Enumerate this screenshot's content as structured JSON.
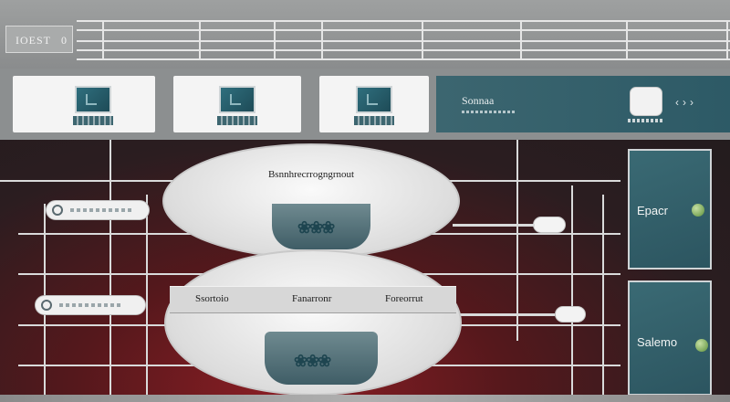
{
  "header": {
    "title": "IOEST",
    "number": "0"
  },
  "toolbar": {
    "panel_label": "Sonnaa",
    "chevrons": "‹››"
  },
  "center": {
    "top_title": "Bsnnhrecrrogngrnout",
    "mid_labels": [
      "Ssortoio",
      "Fanarronr",
      "Foreorrut"
    ]
  },
  "side_cards": [
    {
      "label": "Epacr"
    },
    {
      "label": "Salemo"
    }
  ],
  "colors": {
    "teal": "#2f6f7e",
    "crimson": "#8c1e24",
    "panel_grey": "#8c8f90",
    "green_dot": "#5b8f3a"
  }
}
